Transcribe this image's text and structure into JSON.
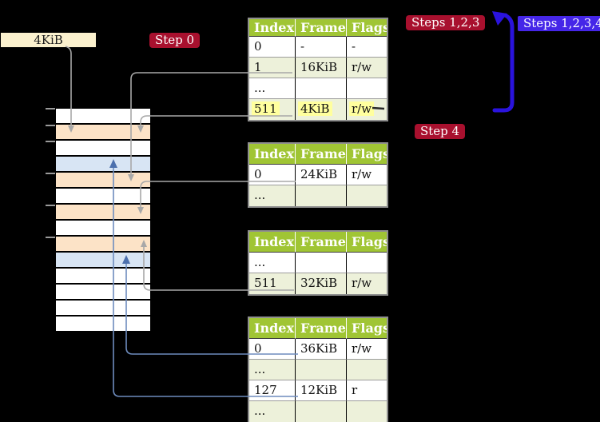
{
  "free_frame_box": {
    "label": "4KiB"
  },
  "labels": {
    "step0": "Step 0",
    "steps123": "Steps 1,2,3",
    "steps1234": "Steps 1,2,3,4",
    "step4": "Step 4"
  },
  "tables": [
    {
      "name": "page-table-level-4",
      "headers": [
        "Index",
        "Frame",
        "Flags"
      ],
      "rows": [
        {
          "index": "0",
          "frame": "-",
          "flags": "-",
          "shade": "white",
          "highlight": false
        },
        {
          "index": "1",
          "frame": "16KiB",
          "flags": "r/w",
          "shade": "green",
          "highlight": false
        },
        {
          "index": "...",
          "frame": "",
          "flags": "",
          "shade": "white",
          "highlight": false
        },
        {
          "index": "511",
          "frame": "4KiB",
          "flags": "r/w",
          "shade": "green",
          "highlight": true
        }
      ]
    },
    {
      "name": "page-table-level-3",
      "headers": [
        "Index",
        "Frame",
        "Flags"
      ],
      "rows": [
        {
          "index": "0",
          "frame": "24KiB",
          "flags": "r/w",
          "shade": "white",
          "highlight": false
        },
        {
          "index": "...",
          "frame": "",
          "flags": "",
          "shade": "green",
          "highlight": false
        }
      ]
    },
    {
      "name": "page-table-level-2",
      "headers": [
        "Index",
        "Frame",
        "Flags"
      ],
      "rows": [
        {
          "index": "...",
          "frame": "",
          "flags": "",
          "shade": "white",
          "highlight": false
        },
        {
          "index": "511",
          "frame": "32KiB",
          "flags": "r/w",
          "shade": "green",
          "highlight": false
        }
      ]
    },
    {
      "name": "page-table-level-1",
      "headers": [
        "Index",
        "Frame",
        "Flags"
      ],
      "rows": [
        {
          "index": "0",
          "frame": "36KiB",
          "flags": "r/w",
          "shade": "white",
          "highlight": false
        },
        {
          "index": "...",
          "frame": "",
          "flags": "",
          "shade": "green",
          "highlight": false
        },
        {
          "index": "127",
          "frame": "12KiB",
          "flags": "r",
          "shade": "white",
          "highlight": false
        },
        {
          "index": "...",
          "frame": "",
          "flags": "",
          "shade": "green",
          "highlight": false
        }
      ]
    }
  ],
  "memory_strip": {
    "rows": [
      {
        "type": "free"
      },
      {
        "type": "table"
      },
      {
        "type": "free"
      },
      {
        "type": "page"
      },
      {
        "type": "table"
      },
      {
        "type": "free"
      },
      {
        "type": "table"
      },
      {
        "type": "free"
      },
      {
        "type": "table"
      },
      {
        "type": "page"
      },
      {
        "type": "free"
      },
      {
        "type": "free"
      },
      {
        "type": "free"
      },
      {
        "type": "free"
      }
    ]
  },
  "colors": {
    "page_table_frame": "#fce3c7",
    "mapped_page_frame": "#d8e5f4",
    "free_frame": "#ffffff",
    "table_header": "#a0c534",
    "table_row_alt": "#edf1da",
    "highlight": "#ffff9e",
    "step_label_red": "#a8102e",
    "step_label_blue": "#4526e8",
    "gray_arrow": "#a8a8a8",
    "blue_arrow": "#6e8cbe",
    "thick_blue_arrow": "#2a13dd",
    "free_frame_box_bg": "#fbf1ce"
  }
}
